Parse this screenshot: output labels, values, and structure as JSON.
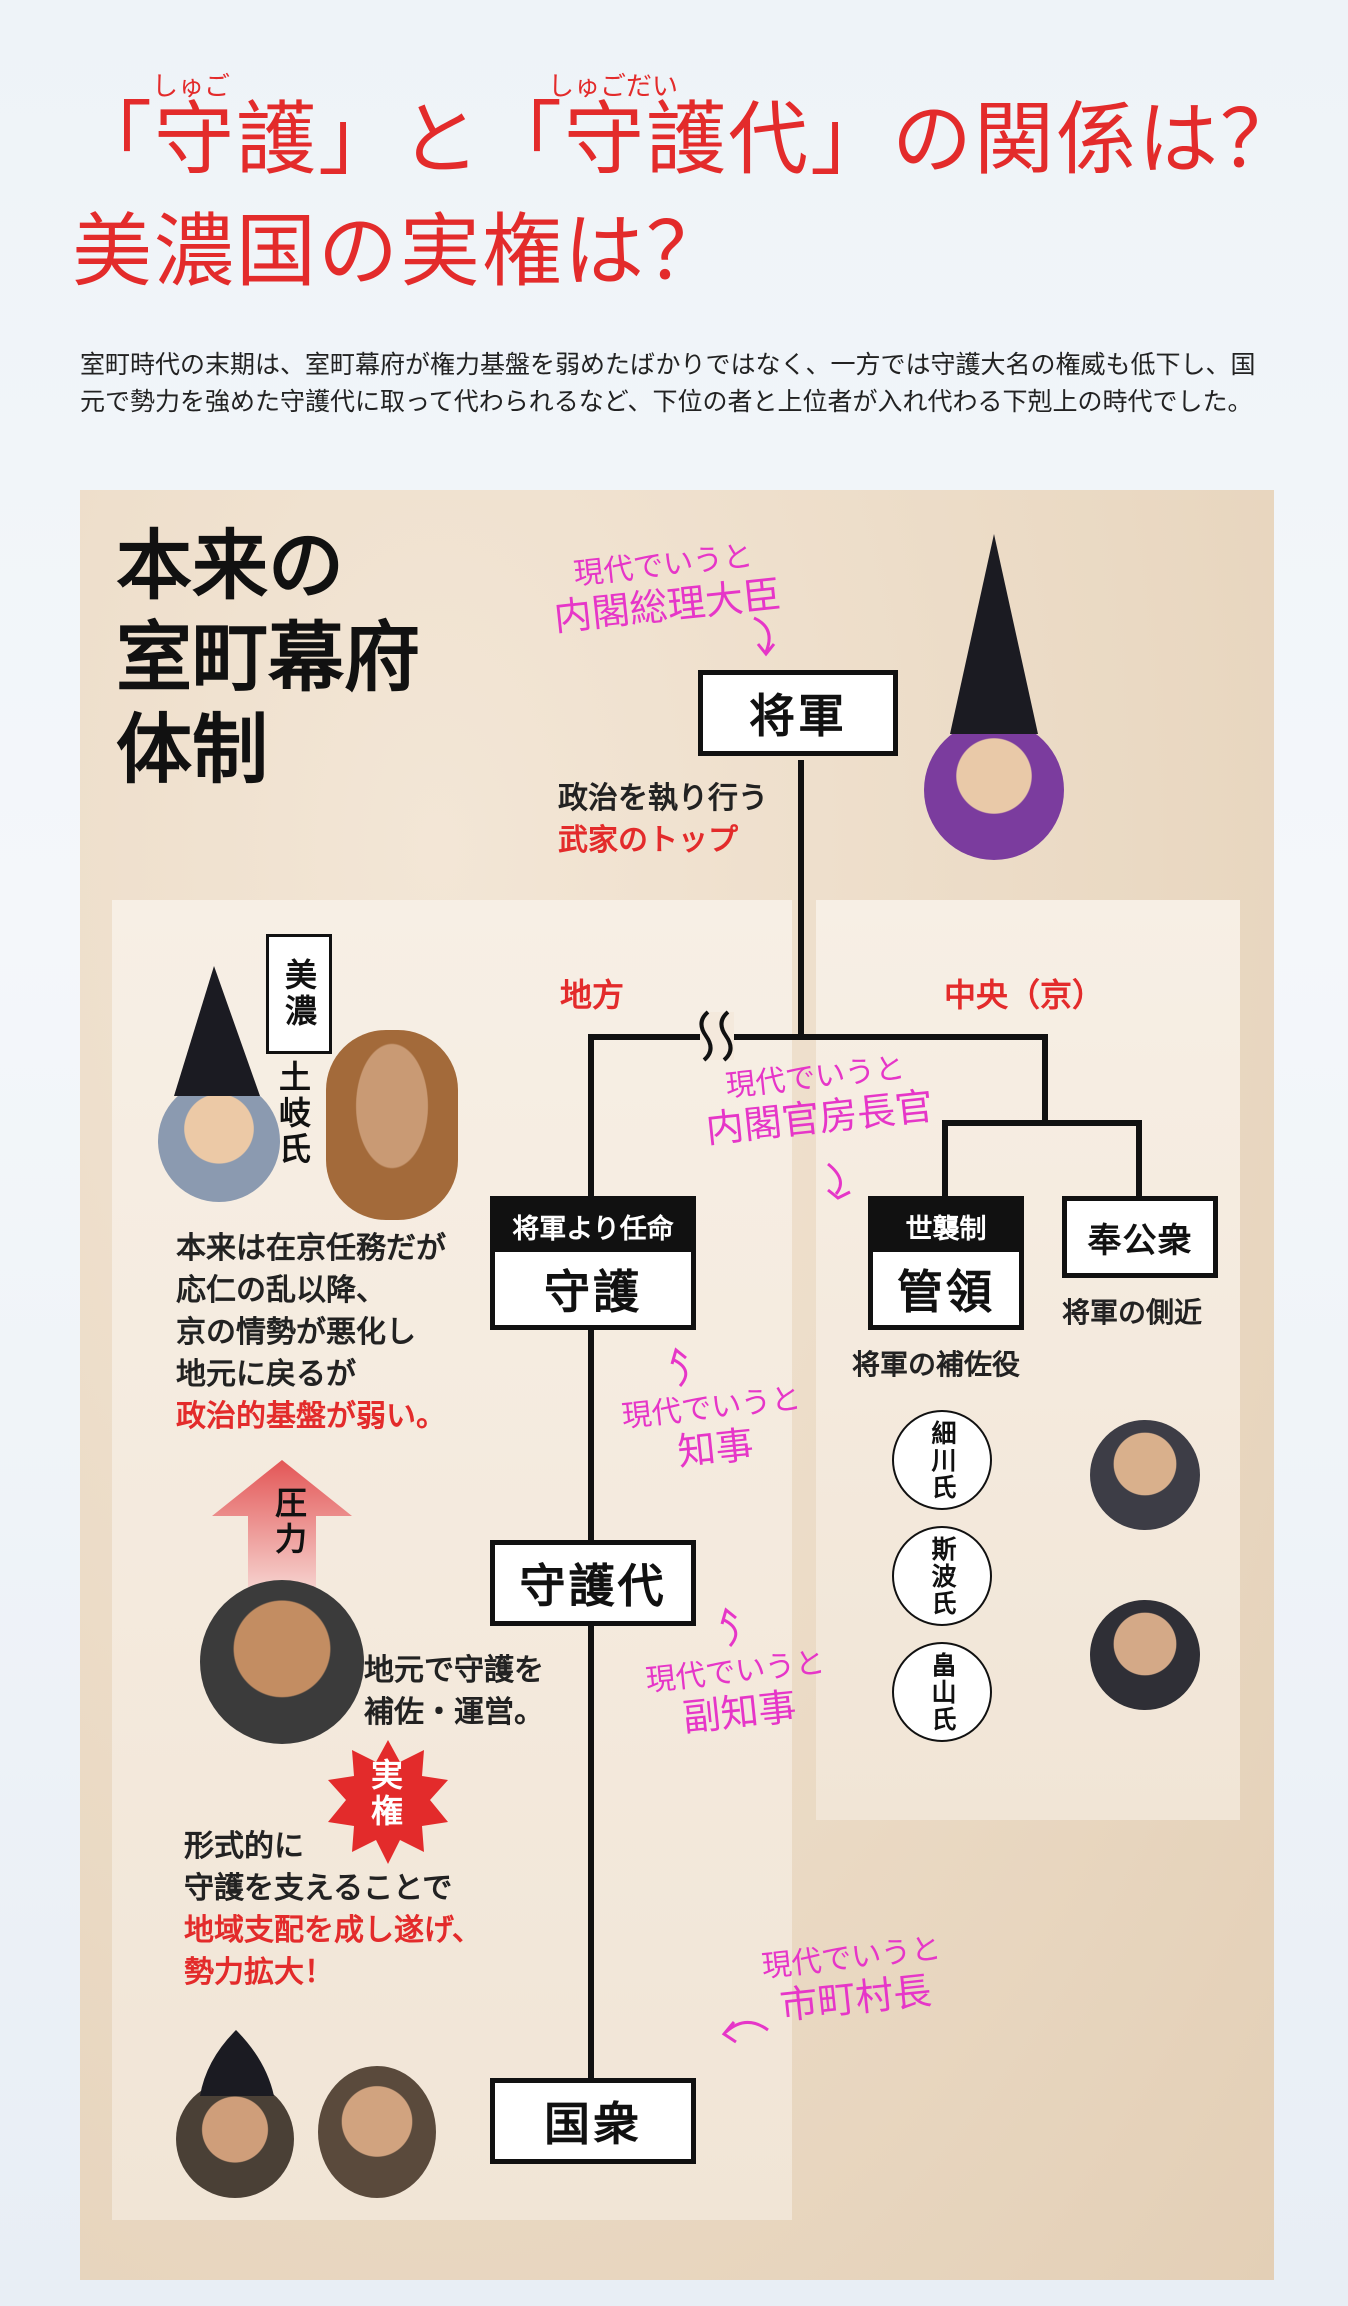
{
  "header": {
    "ruby_shugo": "しゅご",
    "ruby_shugodai": "しゅごだい",
    "title_line1": "「守護」と「守護代」の関係は？",
    "title_line2": "美濃国の実権は？",
    "intro": "室町時代の末期は、室町幕府が権力基盤を弱めたばかりではなく、一方では守護大名の権威も低下し、国元で勢力を強めた守護代に取って代わられるなど、下位の者と上位者が入れ代わる下剋上の時代でした。"
  },
  "diagram": {
    "heading": [
      "本来の",
      "室町幕府",
      "体制"
    ],
    "shogun": {
      "label": "将軍",
      "note1": "政治を執り行う",
      "note2": "武家のトップ",
      "modern_a": "現代でいうと",
      "modern_b": "内閣総理大臣"
    },
    "branch_local": "地方",
    "branch_central": "中央（京）",
    "kanrei": {
      "tag": "世襲制",
      "label": "管領",
      "note": "将軍の補佐役",
      "modern_a": "現代でいうと",
      "modern_b": "内閣官房長官",
      "families": [
        "細川氏",
        "斯波氏",
        "畠山氏"
      ]
    },
    "hokoshu": {
      "label": "奉公衆",
      "note": "将軍の側近"
    },
    "shugo": {
      "tag": "将軍より任命",
      "label": "守護",
      "modern_a": "現代でいうと",
      "modern_b": "知事"
    },
    "mino": {
      "province": "美濃",
      "clan": "土岐氏"
    },
    "shugo_note": [
      "本来は在京任務だが",
      "応仁の乱以降、",
      "京の情勢が悪化し",
      "地元に戻るが",
      "政治的基盤が弱い。"
    ],
    "pressure": "圧力",
    "shugodai": {
      "label": "守護代",
      "modern_a": "現代でいうと",
      "modern_b": "副知事",
      "note": [
        "地元で守護を",
        "補佐・運営。"
      ],
      "badge": "実権"
    },
    "shugodai_note": [
      "形式的に",
      "守護を支えることで",
      "地域支配を成し遂げ、",
      "勢力拡大！"
    ],
    "kokushu": {
      "label": "国衆",
      "modern_a": "現代でいうと",
      "modern_b": "市町村長"
    }
  },
  "colors": {
    "accent_red": "#e32b2b",
    "pink": "#e636c8",
    "black": "#111111"
  }
}
